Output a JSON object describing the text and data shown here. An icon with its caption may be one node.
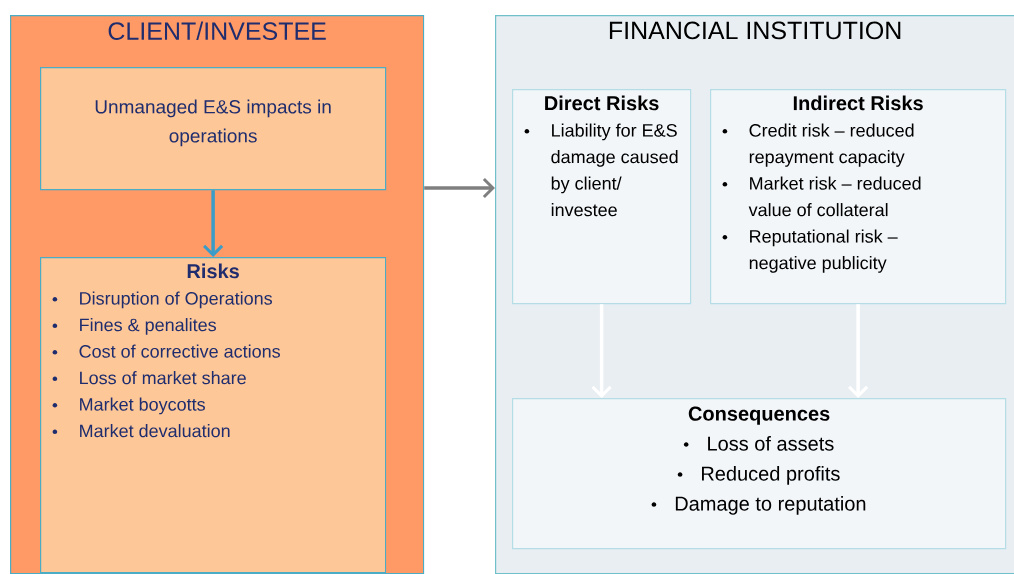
{
  "diagram": {
    "nodes": [
      {
        "text": [
          "CLIENT/INVESTEE"
        ]
      },
      {
        "text": [
          "Unmanaged E&S impacts in operations"
        ],
        "in": 0
      },
      {
        "text": [
          "Risks",
          "Disruption of Operations",
          "Fines & penalites",
          "Cost of corrective actions",
          "Loss of market share",
          "Market boycotts",
          "Market devaluation"
        ],
        "in": 0
      },
      {
        "text": [
          "FINANCIAL INSTITUTION"
        ]
      },
      {
        "text": [
          "Direct Risks",
          "Liability for E&S damage caused by client/ investee"
        ],
        "in": 3
      },
      {
        "text": [
          "Indirect Risks",
          "Credit risk – reduced repayment capacity",
          "Market risk – reduced value of collateral",
          "Reputational risk – negative publicity"
        ],
        "in": 3
      },
      {
        "text": [
          "Consequences",
          "Loss of assets",
          "Reduced profits",
          "Damage to reputation"
        ],
        "in": 3
      }
    ],
    "edges": [
      {
        "from": 1,
        "to": 2,
        "arrow": "to",
        "color": "#3a9cc8"
      },
      {
        "from": 0,
        "to": 3,
        "arrow": "to",
        "color": "#7f7f7f"
      },
      {
        "from": 4,
        "to": 6,
        "arrow": "to",
        "color": "#ffffff"
      },
      {
        "from": 5,
        "to": 6,
        "arrow": "to",
        "color": "#ffffff"
      }
    ]
  }
}
